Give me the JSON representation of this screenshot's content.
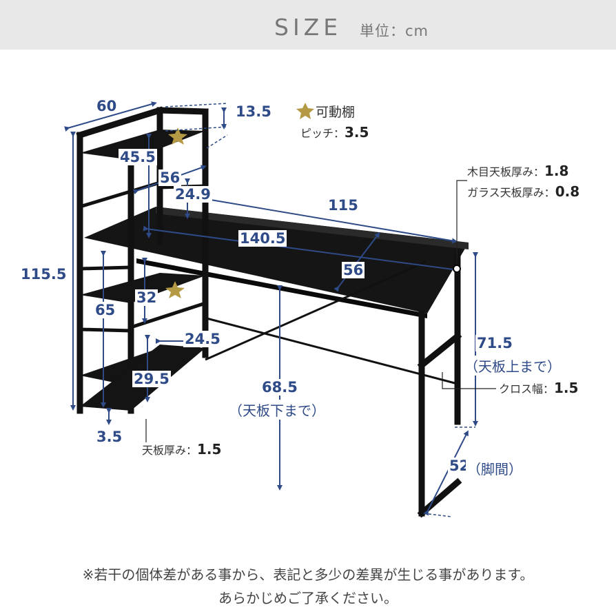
{
  "header": {
    "title": "SIZE",
    "unit": "単位：cm"
  },
  "legend": {
    "movable_shelf": "可動棚",
    "pitch_label": "ピッチ：",
    "pitch_value": "3.5"
  },
  "dimensions": {
    "shelf_depth": "60",
    "shelf_top": "13.5",
    "shelf_upper_height": "45.5",
    "shelf_width": "56",
    "shelf_inner_depth_upper": "24.9",
    "overall_height": "115.5",
    "desk_width": "115",
    "desk_total_width": "140.5",
    "desk_depth": "56",
    "shelf_mid_height": "32",
    "shelf_lower_total": "65",
    "shelf_inner_depth_lower": "24.5",
    "shelf_lower_height": "29.5",
    "foot_height": "3.5",
    "desk_under_height": "68.5",
    "desk_under_note": "（天板下まで）",
    "desk_top_height": "71.5",
    "desk_top_note": "（天板上まで）",
    "leg_span": "52",
    "leg_span_note": "（脚間）"
  },
  "notes": {
    "wood_top_label": "木目天板厚み：",
    "wood_top_value": "1.8",
    "glass_top_label": "ガラス天板厚み：",
    "glass_top_value": "0.8",
    "cross_label": "クロス幅：",
    "cross_value": "1.5",
    "shelf_board_label": "天板厚み：",
    "shelf_board_value": "1.5"
  },
  "footer": {
    "line1": "※若干の個体差がある事から、表記と多少の差異が生じる事があります。",
    "line2": "あらかじめご了承ください。"
  },
  "colors": {
    "dimension": "#2e4a87",
    "frame": "#1a1a1a",
    "star": "#b59a45"
  }
}
